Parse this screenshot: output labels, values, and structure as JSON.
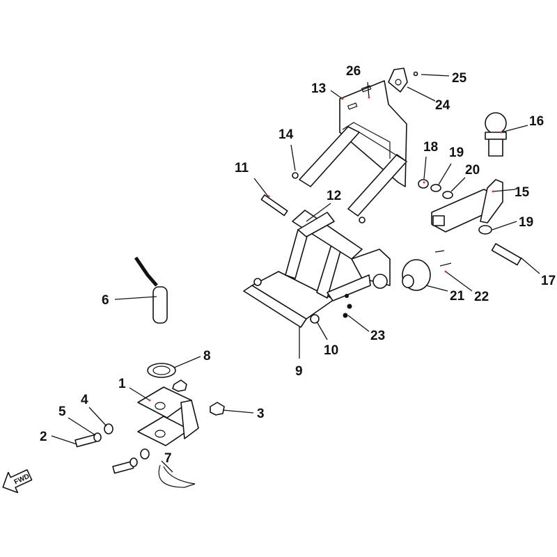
{
  "diagram": {
    "title": "Tow hitch assembly exploded view",
    "callouts": [
      "1",
      "2",
      "3",
      "4",
      "5",
      "6",
      "7",
      "8",
      "9",
      "10",
      "11",
      "12",
      "13",
      "14",
      "15",
      "16",
      "17",
      "18",
      "19",
      "19",
      "20",
      "21",
      "22",
      "23",
      "24",
      "25",
      "26"
    ],
    "direction_indicator": "FWD",
    "accent_color": "#e33333"
  }
}
